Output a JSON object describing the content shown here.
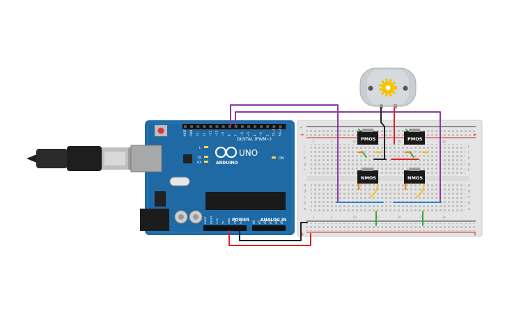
{
  "arduino": {
    "brand": "ARDUINO",
    "model": "UNO",
    "digital_label": "DIGITAL (PWM~)",
    "power_label": "POWER",
    "analog_label": "ANALOG IN",
    "on_label": "ON",
    "l_label": "L",
    "tx_label": "TX",
    "rx_label": "RX",
    "digital_pins": [
      "AREF",
      "GND",
      "13",
      "12",
      "~11",
      "~10",
      "~9",
      "8",
      "7",
      "~6",
      "~5",
      "4",
      "~3",
      "2",
      "TX→1",
      "RX←0"
    ],
    "power_pins": [
      "IOREF",
      "RESET",
      "3.3V",
      "5V",
      "GND",
      "GND",
      "Vin"
    ],
    "analog_pins": [
      "A0",
      "A1",
      "A2",
      "A3",
      "A4",
      "A5"
    ]
  },
  "breadboard": {
    "row_letters_top": [
      "j",
      "i",
      "h",
      "g",
      "f"
    ],
    "row_letters_bottom": [
      "e",
      "d",
      "c",
      "b",
      "a"
    ],
    "plus_label": "+",
    "minus_label": "-",
    "column_numbers": [
      "1",
      "5",
      "10",
      "15",
      "20",
      "25",
      "30"
    ]
  },
  "transistors": [
    {
      "label": "PMOS"
    },
    {
      "label": "PMOS"
    },
    {
      "label": "NMOS"
    },
    {
      "label": "NMOS"
    }
  ],
  "colors": {
    "board_blue": "#1f6aa5",
    "wire_purple": "#8a3a9e",
    "wire_red": "#e02020",
    "wire_black": "#222222",
    "wire_blue": "#2a7fd4",
    "wire_green": "#3aa83a",
    "wire_yellow": "#f0c419",
    "wire_orange": "#f08a1c",
    "motor_gray": "#c9ced3",
    "gear_yellow": "#f5c400"
  }
}
